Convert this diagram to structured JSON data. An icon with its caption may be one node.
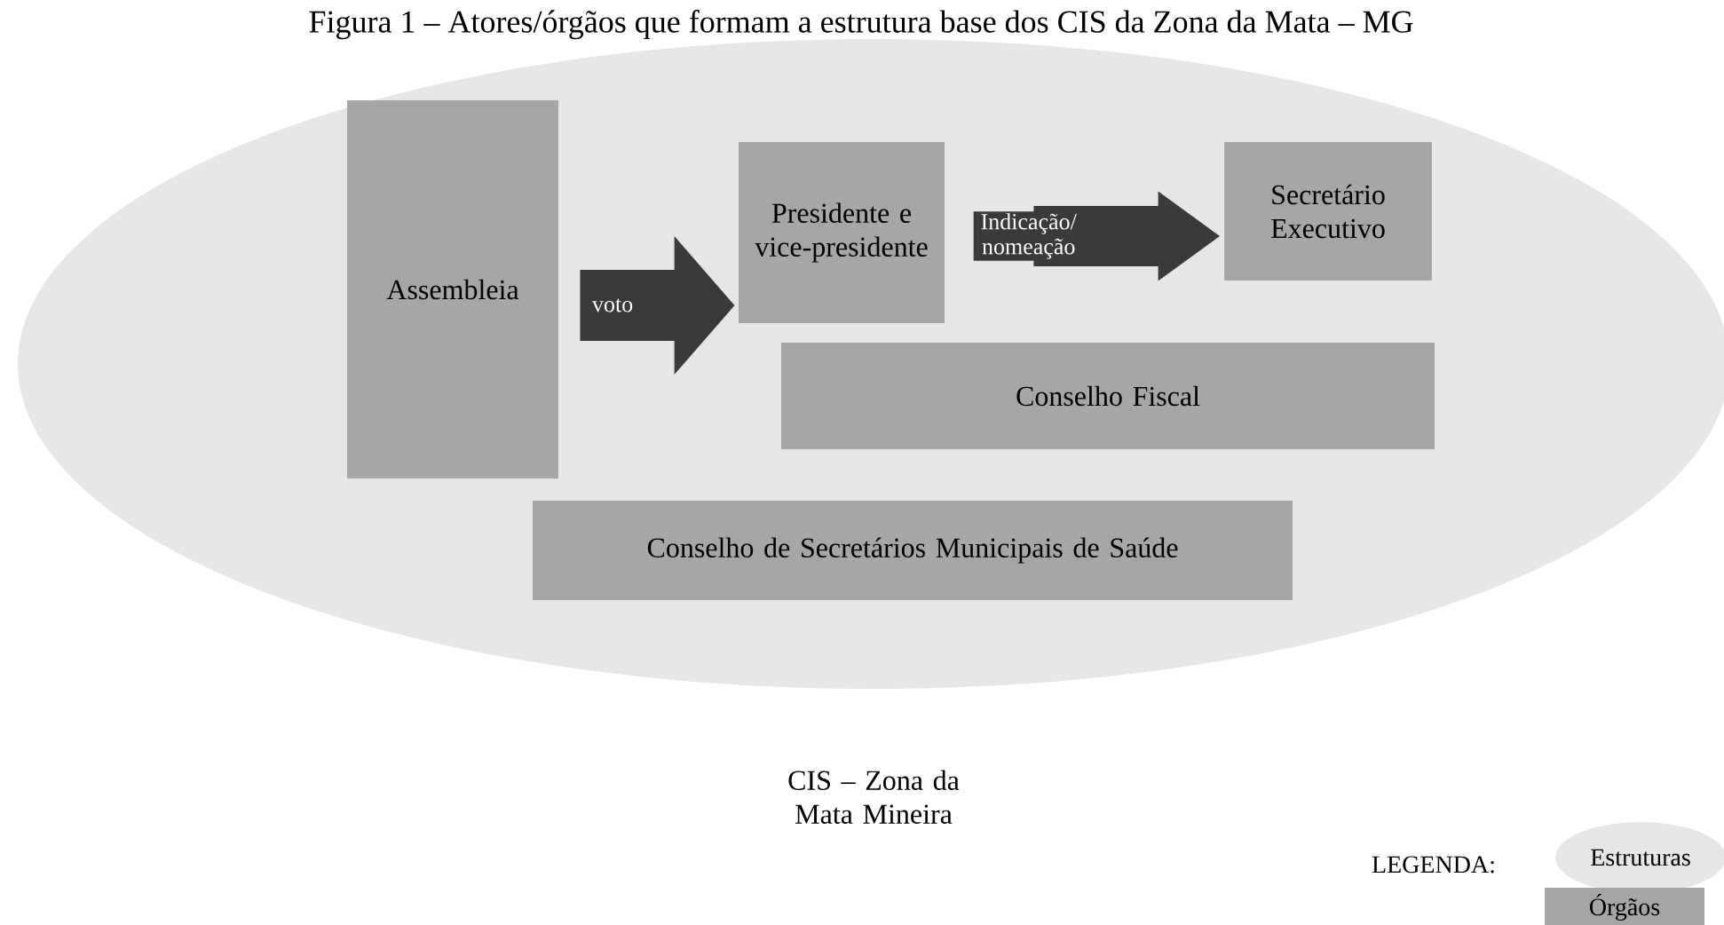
{
  "diagram": {
    "title": "Figura 1 – Atores/órgãos que formam a estrutura base dos CIS da Zona da Mata – MG",
    "nodes": [
      {
        "text": [
          "CIS – Zona da Mata Mineira"
        ]
      },
      {
        "text": [
          "Assembleia"
        ],
        "in": 0
      },
      {
        "text": [
          "Presidente e vice-presidente"
        ],
        "in": 0
      },
      {
        "text": [
          "Secretário Executivo"
        ],
        "in": 0
      },
      {
        "text": [
          "Conselho Fiscal"
        ],
        "in": 0
      },
      {
        "text": [
          "Conselho de Secretários Municipais de Saúde"
        ],
        "in": 0
      }
    ],
    "edges": [
      {
        "from": 1,
        "to": 2,
        "arrow": "to",
        "label": "voto"
      },
      {
        "from": 2,
        "to": 3,
        "arrow": "to",
        "label": "Indicação/ nomeação"
      }
    ],
    "labels": [
      "LEGENDA:"
    ],
    "legend": [
      {
        "text": "Estruturas",
        "color": "#e6e6e6"
      },
      {
        "text": "Órgãos",
        "color": "#a6a6a6"
      }
    ]
  }
}
